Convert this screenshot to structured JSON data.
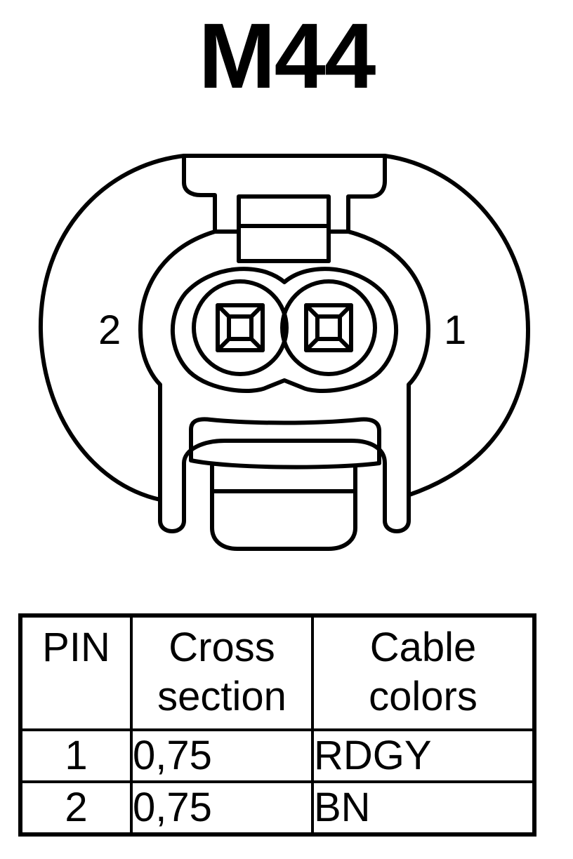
{
  "title": "M44",
  "diagram": {
    "pin_labels": {
      "left": "2",
      "right": "1"
    }
  },
  "table": {
    "headers": {
      "pin": "PIN",
      "cross_line1": "Cross",
      "cross_line2": "section",
      "cable_line1": "Cable",
      "cable_line2": "colors"
    },
    "rows": [
      {
        "pin": "1",
        "cross_section": "0,75",
        "cable_color": "RDGY"
      },
      {
        "pin": "2",
        "cross_section": "0,75",
        "cable_color": "BN"
      }
    ]
  }
}
